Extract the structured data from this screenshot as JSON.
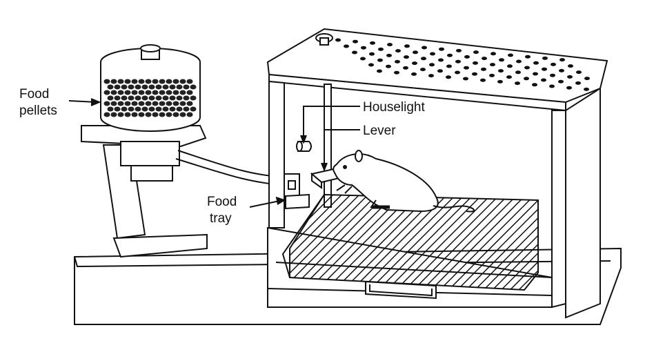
{
  "diagram": {
    "subject": "operant conditioning chamber (Skinner box)",
    "labels": {
      "food_pellets_line1": "Food",
      "food_pellets_line2": "pellets",
      "houselight": "Houselight",
      "lever": "Lever",
      "food_tray_line1": "Food",
      "food_tray_line2": "tray"
    },
    "colors": {
      "ink": "#111111",
      "paper": "#ffffff",
      "pellet": "#222222"
    }
  }
}
